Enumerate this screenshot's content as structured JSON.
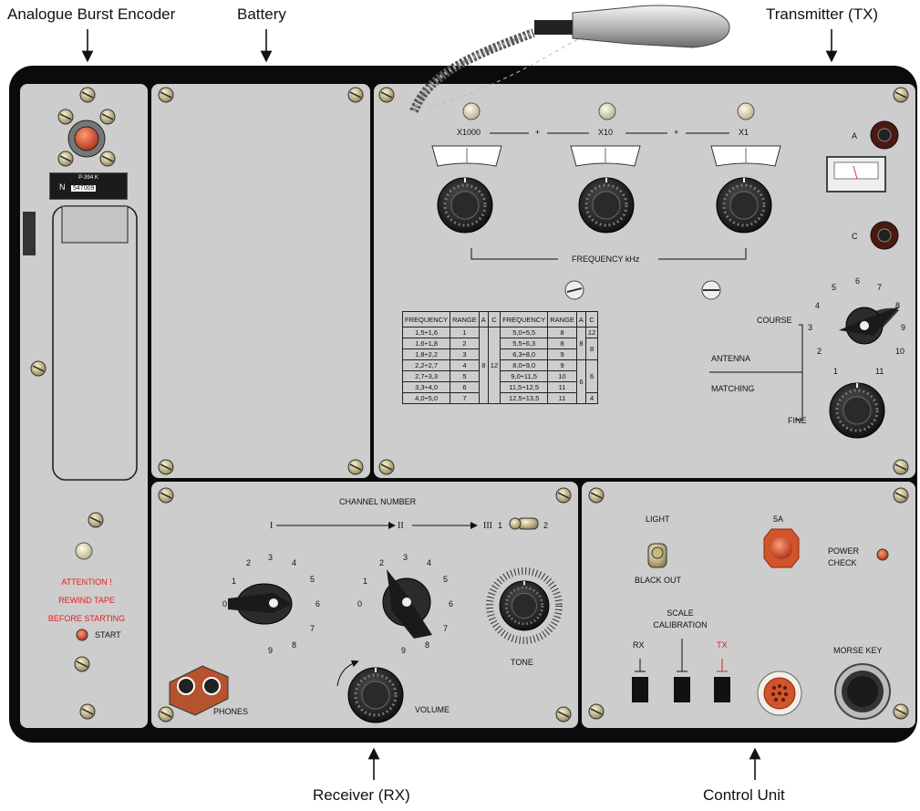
{
  "callouts": {
    "encoder": "Analogue Burst Encoder",
    "battery": "Battery",
    "transmitter": "Transmitter (TX)",
    "receiver": "Receiver (RX)",
    "control": "Control Unit"
  },
  "encoder": {
    "plate_model": "P-394 K",
    "plate_n": "N",
    "plate_serial": "547009",
    "attention": [
      "ATTENTION !",
      "REWIND TAPE",
      "BEFORE STARTING"
    ],
    "start": "START"
  },
  "tx": {
    "mult": [
      "X1000",
      "X10",
      "X1"
    ],
    "plus": "+",
    "freq_label": "FREQUENCY  kHz",
    "meter_a": "A",
    "meter_c": "C",
    "course": "COURSE",
    "antenna": "ANTENNA",
    "matching": "MATCHING",
    "fine": "FINE",
    "dial_numbers": [
      "1",
      "2",
      "3",
      "4",
      "5",
      "6",
      "7",
      "8",
      "9",
      "10",
      "11"
    ],
    "table": {
      "headers": [
        "FREQUENCY",
        "RANGE",
        "A",
        "C",
        "FREQUENCY",
        "RANGE",
        "A",
        "C"
      ],
      "left": [
        [
          "1,5÷1,6",
          "1"
        ],
        [
          "1,6÷1,8",
          "2"
        ],
        [
          "1,8÷2,2",
          "3"
        ],
        [
          "2,2÷2,7",
          "4"
        ],
        [
          "2,7÷3,3",
          "5"
        ],
        [
          "3,3÷4,0",
          "6"
        ],
        [
          "4,0÷5,0",
          "7"
        ]
      ],
      "left_a": "8",
      "left_c": "12",
      "right": [
        [
          "5,0÷5,5",
          "8"
        ],
        [
          "5,5÷6,3",
          "8"
        ],
        [
          "6,3÷8,0",
          "9"
        ],
        [
          "8,0÷9,0",
          "9"
        ],
        [
          "9,0÷11,5",
          "10"
        ],
        [
          "11,5÷12,5",
          "11"
        ],
        [
          "12,5÷13,5",
          "11"
        ]
      ],
      "right_a": [
        "8",
        "6"
      ],
      "right_c": [
        "12",
        "8",
        "6",
        "4"
      ]
    }
  },
  "rx": {
    "channel_number": "CHANNEL NUMBER",
    "roman": [
      "I",
      "II",
      "III"
    ],
    "switch_1": "1",
    "switch_2": "2",
    "dial_left": [
      "0",
      "1",
      "2",
      "3",
      "4",
      "5",
      "6",
      "7",
      "8",
      "9"
    ],
    "dial_right": [
      "0",
      "1",
      "2",
      "3",
      "4",
      "5",
      "6",
      "7",
      "8",
      "9"
    ],
    "tone": "TONE",
    "volume": "VOLUME",
    "phones": "PHONES"
  },
  "control": {
    "light": "LIGHT",
    "blackout": "BLACK OUT",
    "fuse": "5A",
    "power_check": [
      "POWER",
      "CHECK"
    ],
    "scale_cal": [
      "SCALE",
      "CALIBRATION"
    ],
    "rx": "RX",
    "tx": "TX",
    "morse": "MORSE KEY"
  },
  "colors": {
    "frame": "#0b0b0b",
    "panel": "#cdcdcd",
    "warning": "#e02020",
    "fuse": "#d2542a",
    "phones": "#b5532e"
  }
}
